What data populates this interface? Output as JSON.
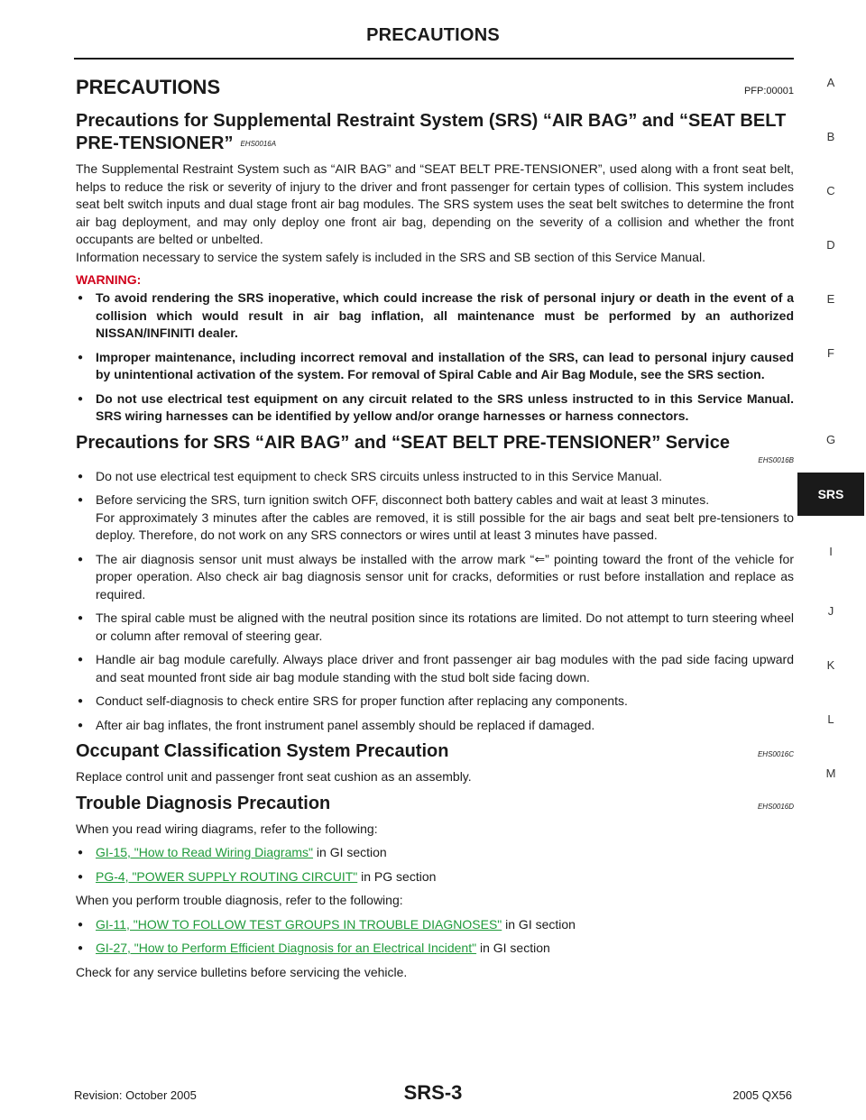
{
  "header": {
    "title": "PRECAUTIONS"
  },
  "main": {
    "title": "PRECAUTIONS",
    "title_code": "PFP:00001",
    "sections": [
      {
        "heading": "Precautions for Supplemental Restraint System (SRS) “AIR BAG” and “SEAT BELT PRE-TENSIONER”",
        "code": "EHS0016A",
        "paragraph": "The Supplemental Restraint System such as “AIR BAG” and “SEAT BELT PRE-TENSIONER”, used along with a front seat belt, helps to reduce the risk or severity of injury to the driver and front passenger for certain types of collision. This system includes seat belt switch inputs and dual stage front air bag modules. The SRS system uses the seat belt switches to determine the front air bag deployment, and may only deploy one front air bag, depending on the severity of a collision and whether the front occupants are belted or unbelted.",
        "paragraph2": "Information necessary to service the system safely is included in the SRS and SB section of this Service Manual.",
        "warning_label": "WARNING:",
        "warnings": [
          "To avoid rendering the SRS inoperative, which could increase the risk of personal injury or death in the event of a collision which would result in air bag inflation, all maintenance must be performed by an authorized NISSAN/INFINITI dealer.",
          "Improper maintenance, including incorrect removal and installation of the SRS, can lead to personal injury caused by unintentional activation of the system. For removal of Spiral Cable and Air Bag Module, see the SRS section.",
          "Do not use electrical test equipment on any circuit related to the SRS unless instructed to in this Service Manual. SRS wiring harnesses can be identified by yellow and/or orange harnesses or harness connectors."
        ]
      },
      {
        "heading": "Precautions for SRS “AIR BAG” and “SEAT BELT PRE-TENSIONER” Service",
        "code": "EHS0016B",
        "items": [
          "Do not use electrical test equipment to check SRS circuits unless instructed to in this Service Manual.",
          "Before servicing the SRS, turn ignition switch OFF, disconnect both battery cables and wait at least 3 minutes.",
          "For approximately 3 minutes after the cables are removed, it is still possible for the air bags and seat belt pre-tensioners to deploy. Therefore, do not work on any SRS connectors or wires until at least 3 minutes have passed.",
          "The air diagnosis sensor unit must always be installed with the arrow mark “⇐” pointing toward the front of the vehicle for proper operation. Also check air bag diagnosis sensor unit for cracks, deformities or rust before installation and replace as required.",
          "The spiral cable must be aligned with the neutral position since its rotations are limited. Do not attempt to turn steering wheel or column after removal of steering gear.",
          "Handle air bag module carefully. Always place driver and front passenger air bag modules with the pad side facing upward and seat mounted front side air bag module standing with the stud bolt side facing down.",
          "Conduct self-diagnosis to check entire SRS for proper function after replacing any components.",
          "After air bag inflates, the front instrument panel assembly should be replaced if damaged."
        ]
      },
      {
        "heading": "Occupant Classification System Precaution",
        "code": "EHS0016C",
        "paragraph": "Replace control unit and passenger front seat cushion as an assembly."
      },
      {
        "heading": "Trouble Diagnosis Precaution",
        "code": "EHS0016D",
        "intro1": "When you read wiring diagrams, refer to the following:",
        "links1": [
          {
            "link": "GI-15, \"How to Read Wiring Diagrams\"",
            "suffix": " in GI section"
          },
          {
            "link": "PG-4, \"POWER SUPPLY ROUTING CIRCUIT\"",
            "suffix": " in PG section"
          }
        ],
        "intro2": "When you perform trouble diagnosis, refer to the following:",
        "links2": [
          {
            "link": "GI-11, \"HOW TO FOLLOW TEST GROUPS IN TROUBLE DIAGNOSES\"",
            "suffix": " in GI section"
          },
          {
            "link": "GI-27, \"How to Perform Efficient Diagnosis for an Electrical Incident\"",
            "suffix": " in GI section"
          }
        ],
        "closing": "Check for any service bulletins before servicing the vehicle."
      }
    ]
  },
  "side_index": {
    "letters": [
      "A",
      "B",
      "C",
      "D",
      "E",
      "F",
      "G",
      "SRS",
      "I",
      "J",
      "K",
      "L",
      "M"
    ],
    "active": "SRS"
  },
  "footer": {
    "revision": "Revision: October 2005",
    "page": "SRS-3",
    "model": "2005 QX56"
  }
}
